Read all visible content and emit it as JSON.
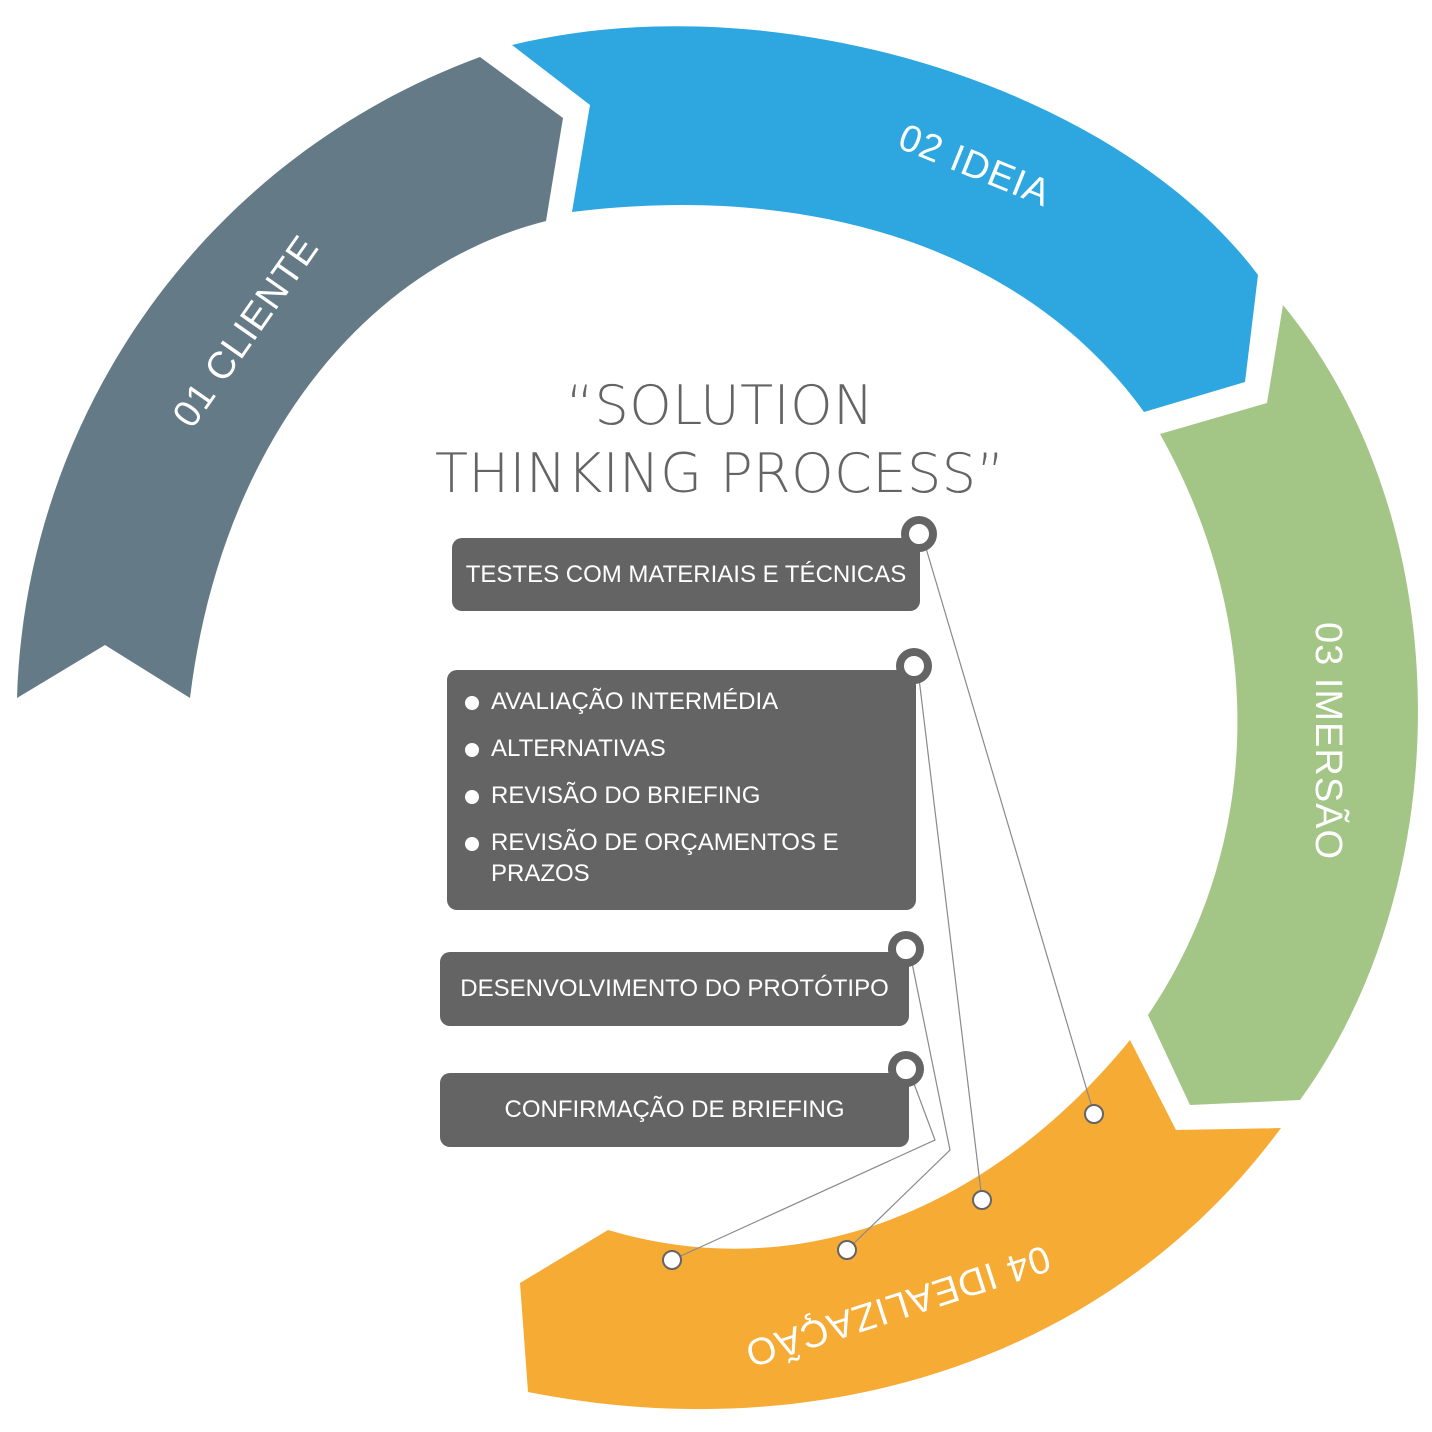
{
  "title": {
    "line1": "“SOLUTION",
    "line2": "THINKING PROCESS”"
  },
  "segments": [
    {
      "label": "01 CLIENTE",
      "color": "#647b87"
    },
    {
      "label": "02 IDEIA",
      "color": "#2ea7e0"
    },
    {
      "label": "03 IMERSÃO",
      "color": "#a3c585"
    },
    {
      "label": "04 IDEALIZAÇÃO",
      "color": "#f6ab35"
    }
  ],
  "boxes": {
    "box_color": "#646464",
    "testes": "TESTES COM MATERIAIS E TÉCNICAS",
    "list": [
      "AVALIAÇÃO INTERMÉDIA",
      "ALTERNATIVAS",
      "REVISÃO DO BRIEFING",
      "REVISÃO DE ORÇAMENTOS E PRAZOS"
    ],
    "desenvolvimento": "DESENVOLVIMENTO DO PROTÓTIPO",
    "confirmacao": "CONFIRMAÇÃO DE BRIEFING"
  }
}
